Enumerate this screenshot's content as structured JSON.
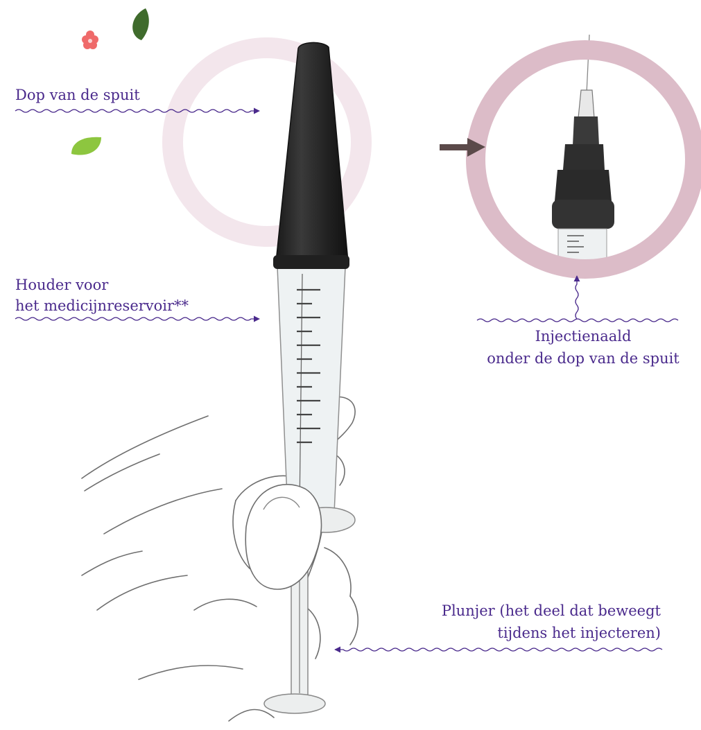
{
  "labels": {
    "cap": "Dop van de spuit",
    "holder_line1": "Houder voor",
    "holder_line2": "het medicijnreservoir**",
    "needle_line1": "Injectienaald",
    "needle_line2": "onder de dop van de spuit",
    "plunger_line1": "Plunjer (het deel dat beweegt",
    "plunger_line2": "tijdens het injecteren)"
  },
  "colors": {
    "label_text": "#4a2a8c",
    "arrow": "#4a2a8c",
    "big_ring": "#f3e6ec",
    "small_ring": "#dcbcc8",
    "connector_arrow": "#5b4a4a",
    "cap_fill": "#262626",
    "leaf_dark": "#3f6b2c",
    "leaf_light": "#8dc63f",
    "flower": "#ef6a6a"
  },
  "icons": [
    "flower-icon",
    "dark-leaf-icon",
    "light-leaf-icon",
    "connector-arrow-icon"
  ]
}
